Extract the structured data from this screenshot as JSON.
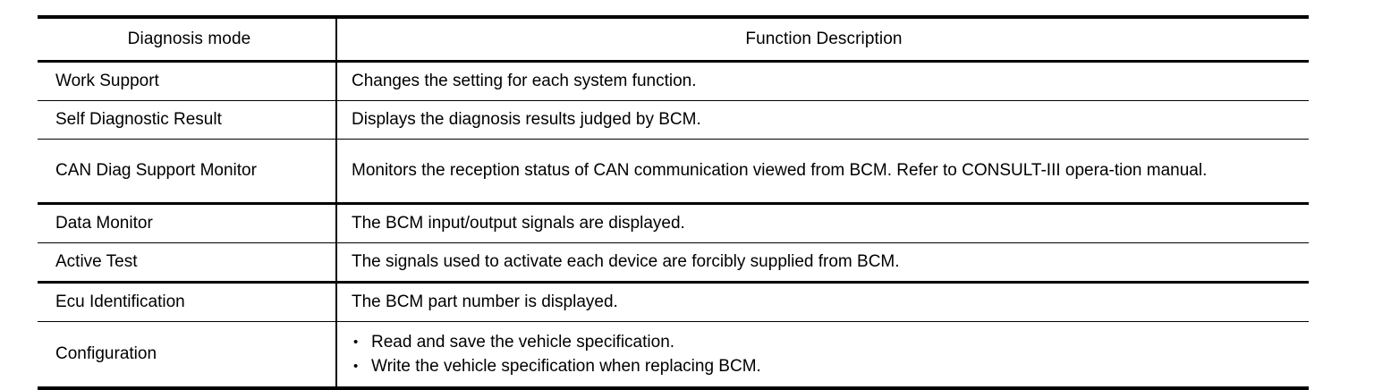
{
  "table": {
    "columns": [
      {
        "key": "mode",
        "label": "Diagnosis mode",
        "align": "center"
      },
      {
        "key": "description",
        "label": "Function Description",
        "align": "center"
      }
    ],
    "rows": [
      {
        "mode": "Work Support",
        "description": "Changes the setting for each system function.",
        "separator": "thin"
      },
      {
        "mode": "Self Diagnostic Result",
        "description": "Displays the diagnosis results judged by BCM.",
        "separator": "thin"
      },
      {
        "mode": "CAN Diag Support Monitor",
        "description": "Monitors the reception status of CAN communication viewed from BCM. Refer to CONSULT-III opera-tion manual.",
        "separator": "thick"
      },
      {
        "mode": "Data Monitor",
        "description": "The BCM input/output signals are displayed.",
        "separator": "thin"
      },
      {
        "mode": "Active Test",
        "description": "The signals used to activate each device are forcibly supplied from BCM.",
        "separator": "thick"
      },
      {
        "mode": "Ecu Identification",
        "description": "The BCM part number is displayed.",
        "separator": "thin"
      },
      {
        "mode": "Configuration",
        "bullets": [
          "Read and save the vehicle specification.",
          "Write the vehicle specification when replacing BCM."
        ],
        "separator": "none"
      }
    ]
  },
  "bullet_glyph": "•",
  "colors": {
    "rule": "#000000",
    "text": "#000000",
    "background": "#ffffff"
  }
}
